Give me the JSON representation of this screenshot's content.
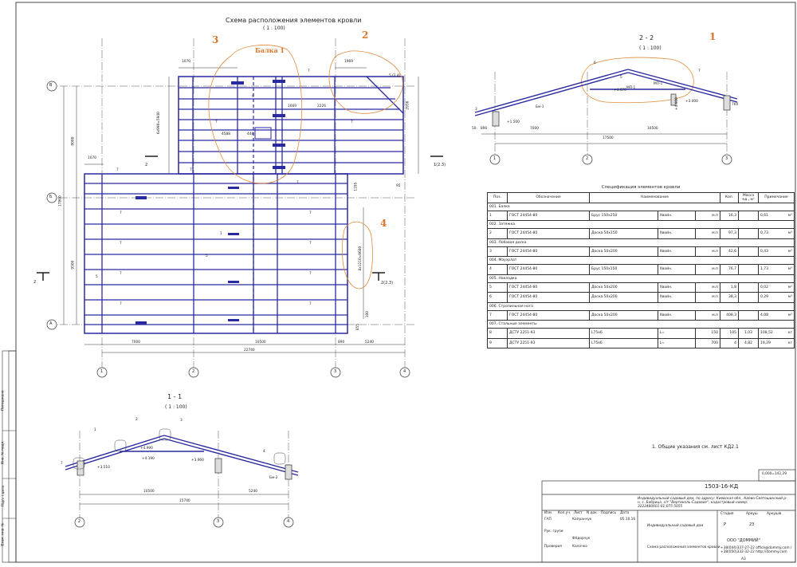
{
  "plan": {
    "title": "Схема расположения элементов кровли",
    "scale": "( 1 : 100)",
    "dims": {
      "total": "22740",
      "span_1_2": "7000",
      "span_2_3": "10500",
      "span_3_4": "5240",
      "overhang": "890",
      "height_total": "17800",
      "height_ab": "9500",
      "height_bv": "8000",
      "left_top": "1070",
      "left_bottom": "1070",
      "top_right": "1969",
      "d_1669": "1669",
      "d_2226": "2226",
      "d_4588": "4588",
      "d_448": "448",
      "d_2956": "2956",
      "d_1195": "1195",
      "d_95": "95",
      "d_855": "855",
      "d_100": "100",
      "d_5x24": "5 (2.4)",
      "d_spacing_a": "8x1210=9680",
      "d_spacing_b": "6x990=5940"
    },
    "level_marks": [
      "2",
      "2",
      "1(2.3)",
      "2(2.3)"
    ],
    "axes_rows": [
      "В",
      "Б",
      "А"
    ],
    "axes_cols": [
      "1",
      "2",
      "3",
      "4"
    ],
    "pos_label": "7",
    "pos_labels_other": [
      "9",
      "8",
      "3",
      "4",
      "5",
      "6",
      "1"
    ]
  },
  "annotations": {
    "n1": "1",
    "n2": "2",
    "n3": "3",
    "n4": "4",
    "beam": "Балка 1"
  },
  "section22": {
    "title": "2 - 2",
    "scale": "( 1 : 100)",
    "dims": {
      "a": "7000",
      "b": "10500",
      "total": "17500",
      "left": "890",
      "left2": "50",
      "right": "760"
    },
    "levels": [
      "+1.500",
      "+4.070",
      "+3.000",
      "+4.600"
    ],
    "labels": [
      "Бм-1",
      "МП-1",
      "МП-1",
      "1",
      "2",
      "3",
      "4",
      "5",
      "6",
      "7"
    ],
    "axes": [
      "1",
      "2",
      "3"
    ]
  },
  "section11": {
    "title": "1 - 1",
    "scale": "( 1 : 100)",
    "dims": {
      "a": "10500",
      "b": "5240",
      "total": "15740"
    },
    "levels": [
      "+3.510",
      "+4.990",
      "+4.190",
      "+3.960"
    ],
    "labels": [
      "Бм-2",
      "1",
      "2",
      "3",
      "4",
      "5",
      "6",
      "7"
    ],
    "axes": [
      "2",
      "3",
      "4"
    ]
  },
  "spec": {
    "caption": "Спецификация элементов кровли",
    "headers": [
      "Поз.",
      "Обозначение",
      "Наименование",
      "Кол.",
      "Масса ед., кг",
      "Примечание"
    ],
    "groups": [
      {
        "title": "001. Балка",
        "rows": [
          {
            "pos": "1",
            "code": "ГОСТ 24454-80",
            "name": "Брус 150х250",
            "material": "Хвойн.",
            "unit": "м.п",
            "qty": "16,3",
            "mass": "",
            "note": "0,61",
            "nunit": "м³"
          }
        ]
      },
      {
        "title": "002. Затяжка",
        "rows": [
          {
            "pos": "2",
            "code": "ГОСТ 24454-80",
            "name": "Доска 50х150",
            "material": "Хвойн.",
            "unit": "м.п",
            "qty": "97,3",
            "mass": "",
            "note": "0,73",
            "nunit": "м³"
          }
        ]
      },
      {
        "title": "003. Лобовая доска",
        "rows": [
          {
            "pos": "3",
            "code": "ГОСТ 24454-80",
            "name": "Доска 50х200",
            "material": "Хвойн.",
            "unit": "м.п",
            "qty": "42,6",
            "mass": "",
            "note": "0,43",
            "nunit": "м³"
          }
        ]
      },
      {
        "title": "004. Мауэрлат",
        "rows": [
          {
            "pos": "4",
            "code": "ГОСТ 24454-80",
            "name": "Брус 150х150",
            "material": "Хвойн.",
            "unit": "м.п",
            "qty": "76,7",
            "mass": "",
            "note": "1,73",
            "nunit": "м³"
          }
        ]
      },
      {
        "title": "005. Накладка",
        "rows": [
          {
            "pos": "5",
            "code": "ГОСТ 24454-80",
            "name": "Доска 50х200",
            "material": "Хвойн.",
            "unit": "м.п",
            "qty": "1,8",
            "mass": "",
            "note": "0,02",
            "nunit": "м³"
          },
          {
            "pos": "6",
            "code": "ГОСТ 24454-80",
            "name": "Доска 50х200",
            "material": "Хвойн.",
            "unit": "м.п",
            "qty": "38,3",
            "mass": "",
            "note": "0,29",
            "nunit": "м³"
          }
        ]
      },
      {
        "title": "006. Стропильная нога",
        "rows": [
          {
            "pos": "7",
            "code": "ГОСТ 24454-80",
            "name": "Доска 50х200",
            "material": "Хвойн.",
            "unit": "м.п",
            "qty": "408,3",
            "mass": "",
            "note": "4,08",
            "nunit": "м³"
          }
        ]
      },
      {
        "title": "007. Стальные элементы",
        "rows": [
          {
            "pos": "8",
            "code": "ДСТУ 2251-93",
            "name": "L75х6",
            "material": "L=",
            "unit": "150",
            "qty": "105",
            "mass": "1,03",
            "note": "108,52",
            "nunit": "кг"
          },
          {
            "pos": "9",
            "code": "ДСТУ 2251-93",
            "name": "L75х6",
            "material": "L=",
            "unit": "700",
            "qty": "4",
            "mass": "4,82",
            "note": "19,29",
            "nunit": "кг"
          }
        ]
      }
    ]
  },
  "note": "1. Общие указания см. лист КД2.1",
  "stamp": {
    "level": "0,000=142,29",
    "code": "1503-16-КД",
    "address": "Индивидуальный садовый дом, по адресу: Киевская обл., Киево-Святошинский р-н, с. Бобрица, с/т \"Вертиколь-Садовое\", кадастровый номер: 3222480601:01:075:5055",
    "object": "Индивидуальный садовый дом",
    "sheet_name": "Схема расположения элементов кровли",
    "stage_h": "Стадия",
    "sheet_h": "Аркуш",
    "sheets_h": "Аркушів",
    "stage": "Р",
    "sheet": "23",
    "company": "ООО \"ДОММИЙ\"",
    "contacts": "+38(044)337-27-22 office@dommy.com / +38(050)332-32-22 http://dommy.com",
    "roles": [
      "ГАП",
      "Рук. групи",
      "Проверил"
    ],
    "names": [
      "Капранчук",
      "Фёдорчук",
      "Калачко"
    ],
    "date": "05.10.16",
    "cols": [
      "Изм.",
      "Кол.уч.",
      "Лист",
      "N док.",
      "Подпись",
      "Дата"
    ],
    "format": "А3"
  },
  "side_stamp": [
    "Погоджено",
    "Инв. № подл.",
    "Підп. і дата",
    "Взам. инв. №"
  ]
}
